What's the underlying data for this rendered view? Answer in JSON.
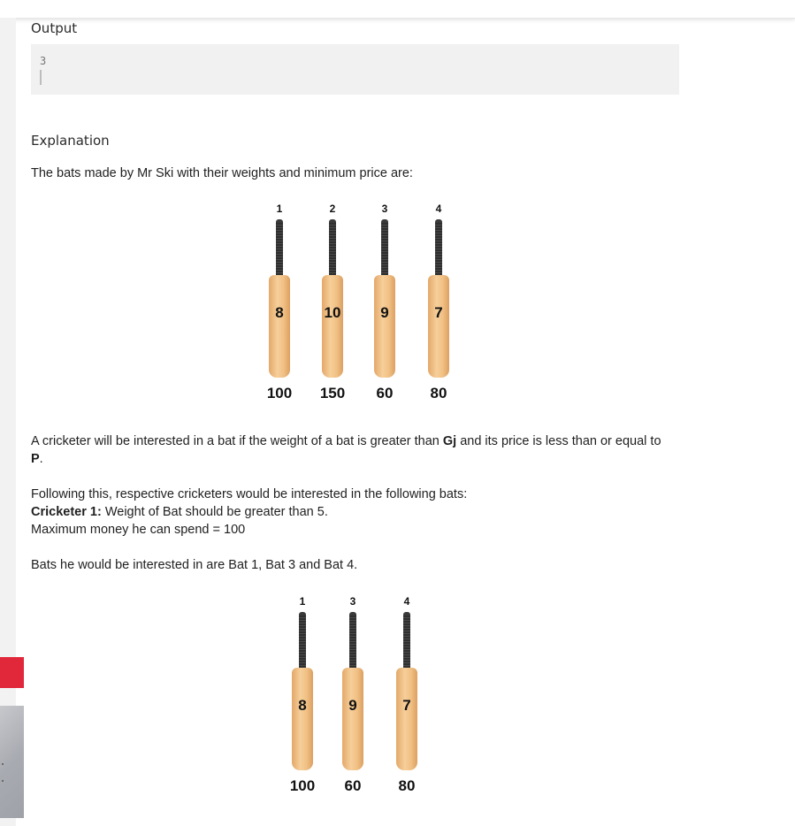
{
  "output": {
    "heading": "Output",
    "value": "3"
  },
  "explanation": {
    "heading": "Explanation",
    "intro": "The bats made by Mr Ski with their weights and minimum price are:",
    "rule_prefix": "A cricketer will be interested in a bat if the weight of a bat is greater than ",
    "rule_gj": "Gj",
    "rule_middle": " and its price is less than or equal to",
    "rule_p": "P",
    "rule_end": ".",
    "following": "Following this, respective cricketers would be interested in the following bats:",
    "cricketer1_label": "Cricketer 1:",
    "cricketer1_text": " Weight of Bat should be greater than 5.",
    "max_money": "Maximum money he can spend = 100",
    "bats_interested": "Bats he would be interested in are Bat 1, Bat 3 and Bat 4."
  },
  "all_bats": [
    {
      "id": "1",
      "weight": "8",
      "price": "100"
    },
    {
      "id": "2",
      "weight": "10",
      "price": "150"
    },
    {
      "id": "3",
      "weight": "9",
      "price": "60"
    },
    {
      "id": "4",
      "weight": "7",
      "price": "80"
    }
  ],
  "selected_bats": [
    {
      "id": "1",
      "weight": "8",
      "price": "100"
    },
    {
      "id": "3",
      "weight": "9",
      "price": "60"
    },
    {
      "id": "4",
      "weight": "7",
      "price": "80"
    }
  ],
  "colors": {
    "accent_red": "#e0283a",
    "output_bg": "#f1f1f1",
    "bat_blade": "#f6cf9a",
    "bat_handle": "#2f2f2f"
  }
}
